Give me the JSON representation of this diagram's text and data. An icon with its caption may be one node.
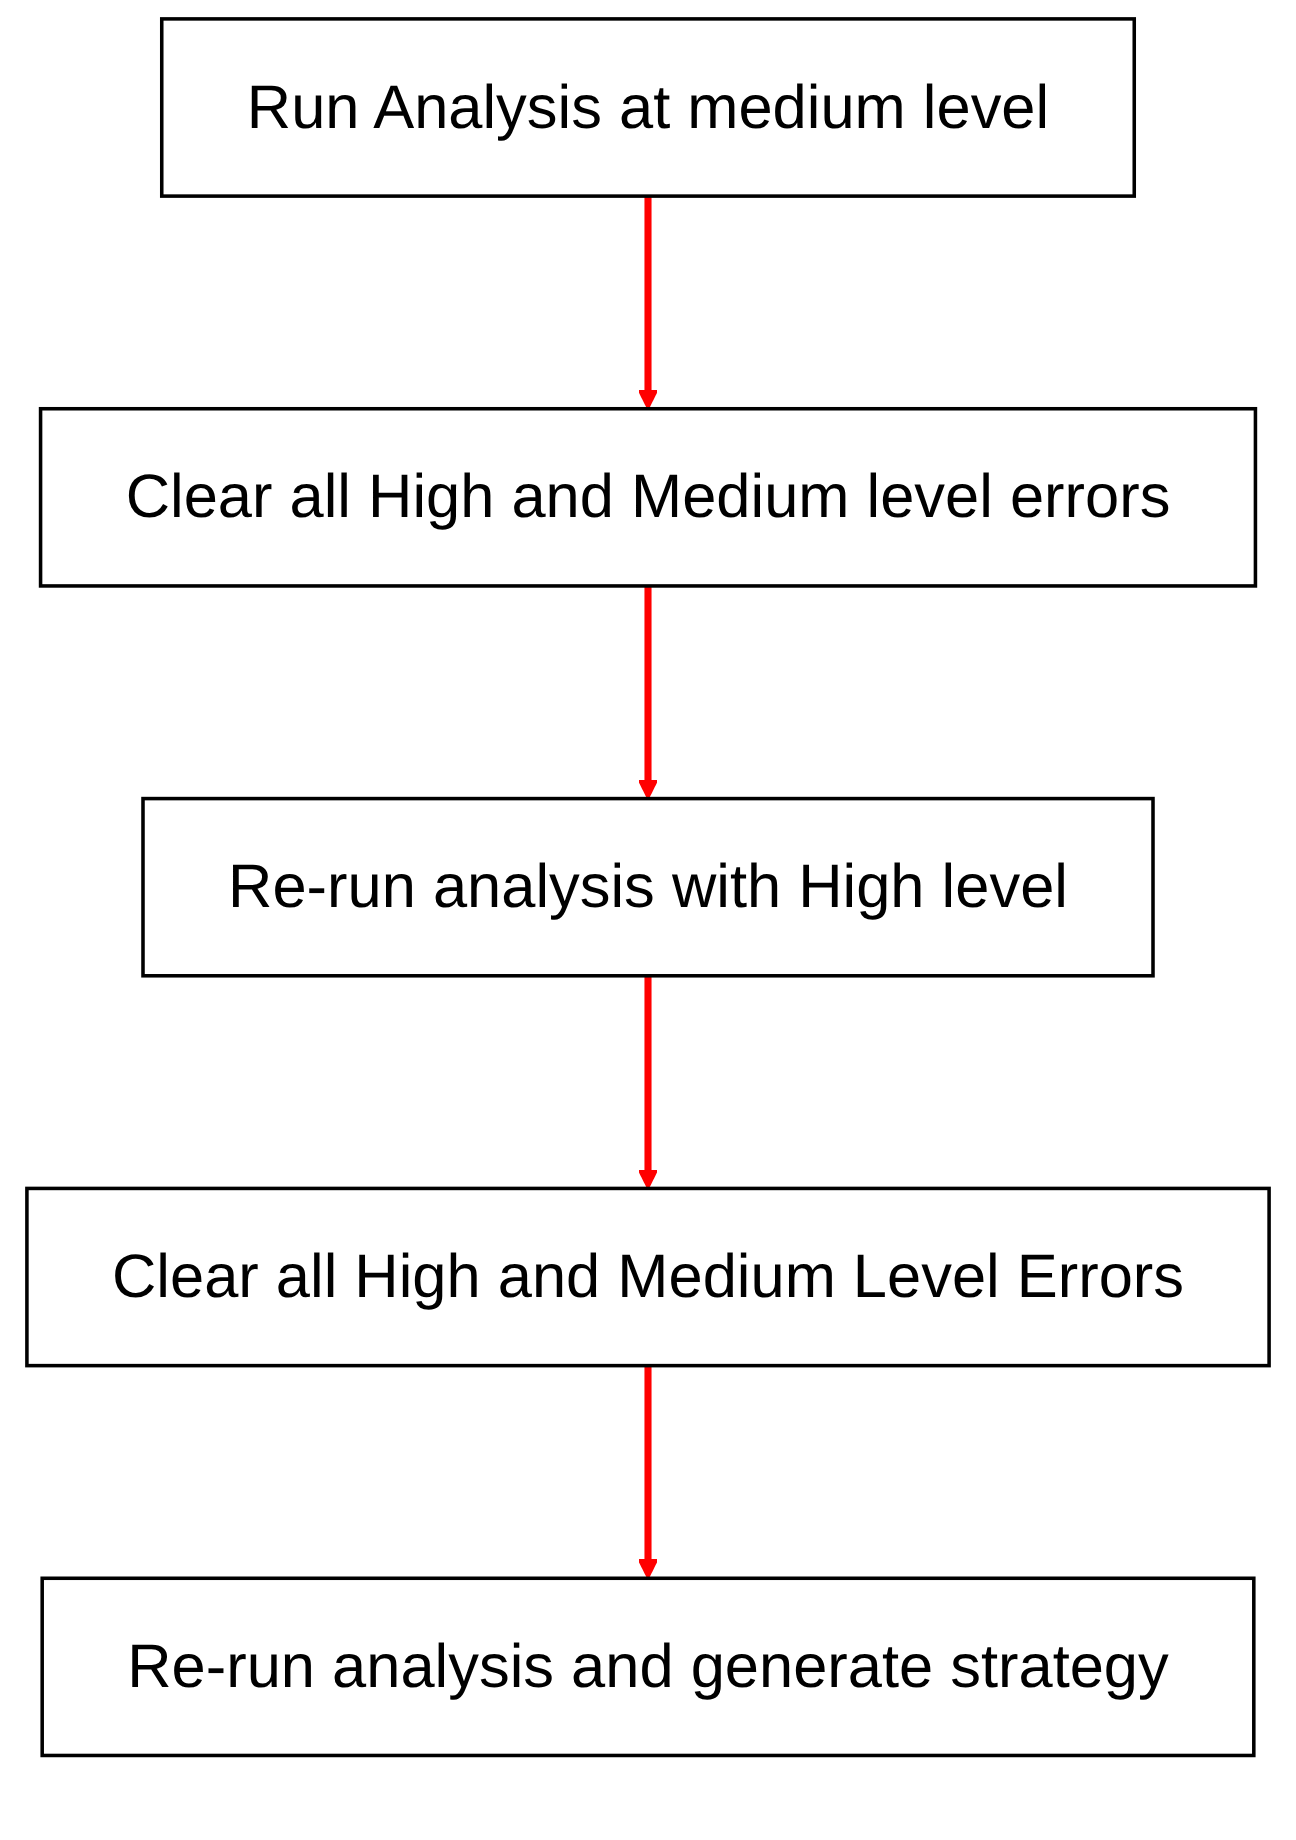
{
  "diagram": {
    "nodes": [
      {
        "text": [
          "Run Analysis at medium level"
        ]
      },
      {
        "text": [
          "Clear all High and Medium level errors"
        ]
      },
      {
        "text": [
          "Re-run analysis with High level"
        ]
      },
      {
        "text": [
          "Clear all High and Medium Level Errors"
        ]
      },
      {
        "text": [
          "Re-run analysis and generate strategy"
        ]
      }
    ],
    "edges": [
      {
        "from": 0,
        "to": 1,
        "arrow": "to",
        "color": "#ff0000"
      },
      {
        "from": 1,
        "to": 2,
        "arrow": "to",
        "color": "#ff0000"
      },
      {
        "from": 2,
        "to": 3,
        "arrow": "to",
        "color": "#ff0000"
      },
      {
        "from": 3,
        "to": 4,
        "arrow": "to",
        "color": "#ff0000"
      }
    ]
  }
}
